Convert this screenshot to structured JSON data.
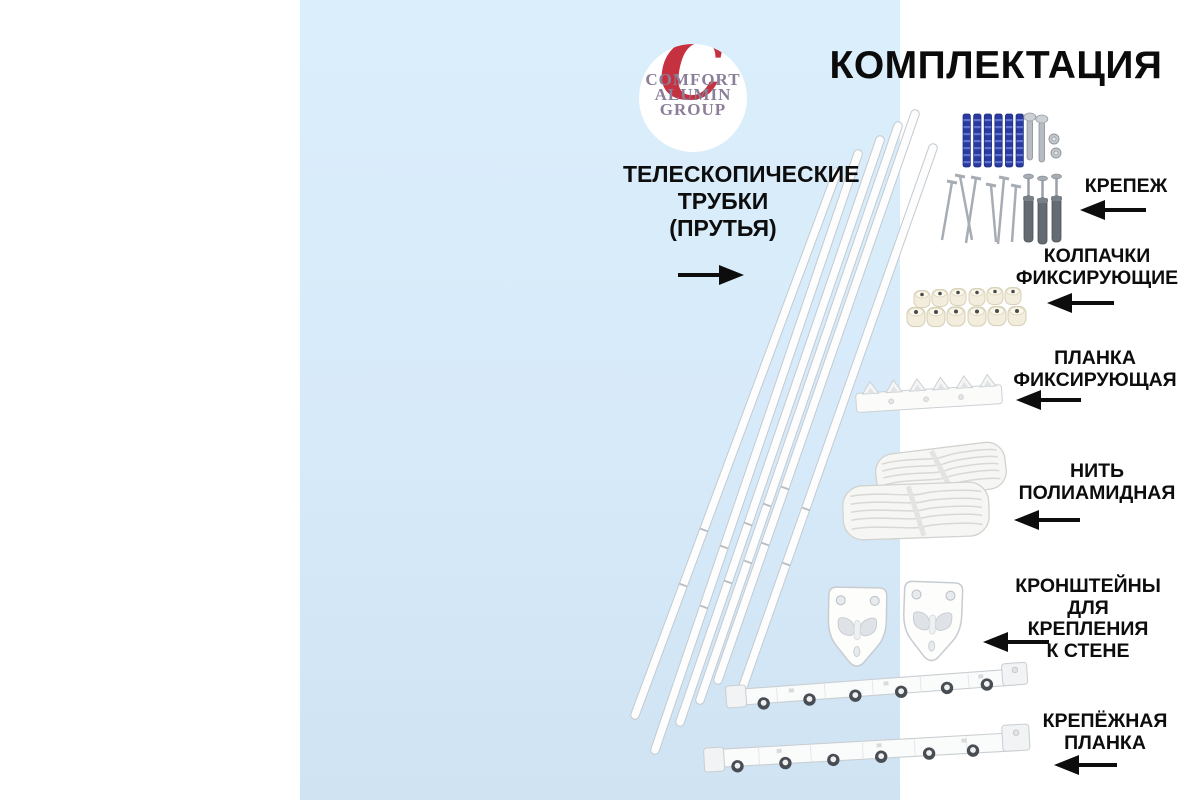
{
  "title": "КОМПЛЕКТАЦИЯ",
  "logo": {
    "monogram": "C",
    "lines": [
      "COMFORT",
      "ALUMIN",
      "GROUP"
    ]
  },
  "callouts": {
    "tubes": {
      "lines": [
        "ТЕЛЕСКОПИЧЕСКИЕ",
        "ТРУБКИ",
        "(ПРУТЬЯ)"
      ],
      "arrow_direction": "right"
    },
    "fasteners": {
      "lines": [
        "КРЕПЕЖ"
      ],
      "arrow_direction": "left"
    },
    "caps": {
      "lines": [
        "КОЛПАЧКИ",
        "ФИКСИРУЮЩИЕ"
      ],
      "arrow_direction": "left"
    },
    "fixing_bar": {
      "lines": [
        "ПЛАНКА",
        "ФИКСИРУЮЩАЯ"
      ],
      "arrow_direction": "left"
    },
    "cord": {
      "lines": [
        "НИТЬ",
        "ПОЛИАМИДНАЯ"
      ],
      "arrow_direction": "left"
    },
    "wall_brackets": {
      "lines": [
        "КРОНШТЕЙНЫ ДЛЯ",
        "КРЕПЛЕНИЯ",
        "К СТЕНЕ"
      ],
      "arrow_direction": "left"
    },
    "mounting_bar": {
      "lines": [
        "КРЕПЁЖНАЯ",
        "ПЛАНКА"
      ],
      "arrow_direction": "left"
    }
  },
  "colors": {
    "background_blue": "#d8ebfa",
    "label_text": "#0d0d0d",
    "brand_red": "#c5313f",
    "brand_text_purple": "#8a7e99",
    "anchor_blue": "#2a3aa0"
  }
}
